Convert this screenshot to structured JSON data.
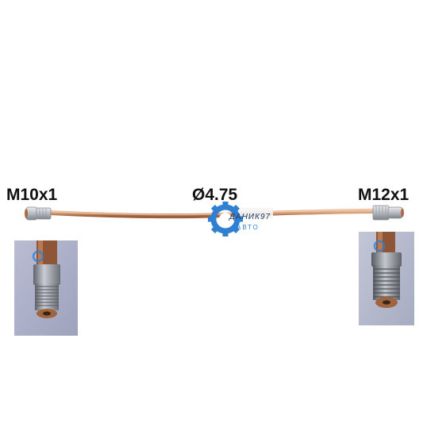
{
  "labels": {
    "left_thread": "M10x1",
    "diameter": "Ø4.75",
    "right_thread": "M12x1"
  },
  "watermark": {
    "brand": "ДАНИК97",
    "sub": "АВТО"
  },
  "colors": {
    "copper": "#c98a62",
    "copper_dark": "#9c5e3b",
    "copper_light": "#e6b894",
    "steel": "#b9bcc2",
    "steel_dark": "#6e737b",
    "inset_bg": "#a9adc7",
    "logo_blue": "#2f80d1"
  }
}
